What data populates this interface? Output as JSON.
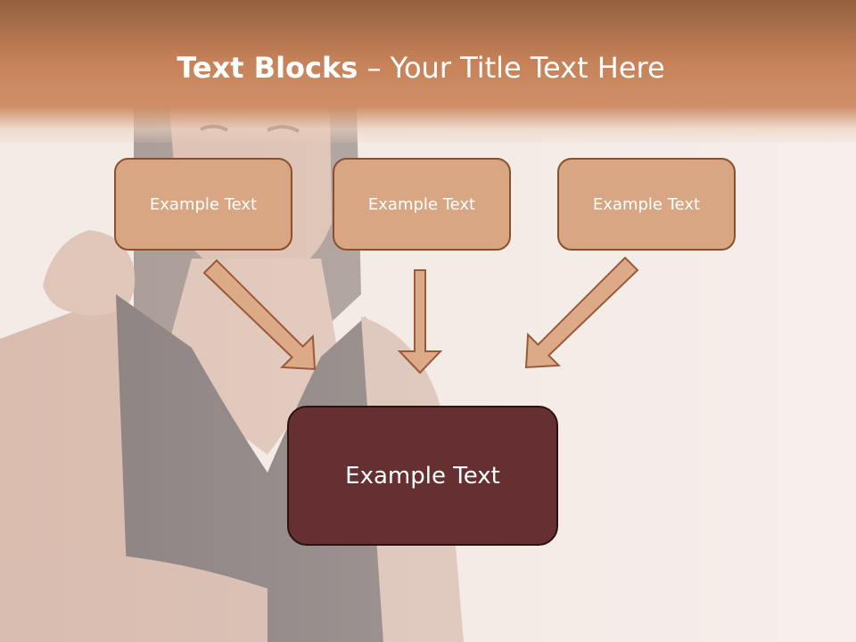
{
  "slide": {
    "title_bold": "Text Blocks",
    "title_dash": " – ",
    "title_rest": "Your Title Text Here"
  },
  "blocks": [
    {
      "label": "Example Text"
    },
    {
      "label": "Example Text"
    },
    {
      "label": "Example Text"
    }
  ],
  "target": {
    "label": "Example Text"
  },
  "colors": {
    "title_band": "#c6805a",
    "small_box_fill": "#d9a684",
    "small_box_border": "#8b4f2e",
    "big_box_fill": "#662f31",
    "arrow_fill": "#ddaa88",
    "arrow_stroke": "#9a5a3a"
  }
}
